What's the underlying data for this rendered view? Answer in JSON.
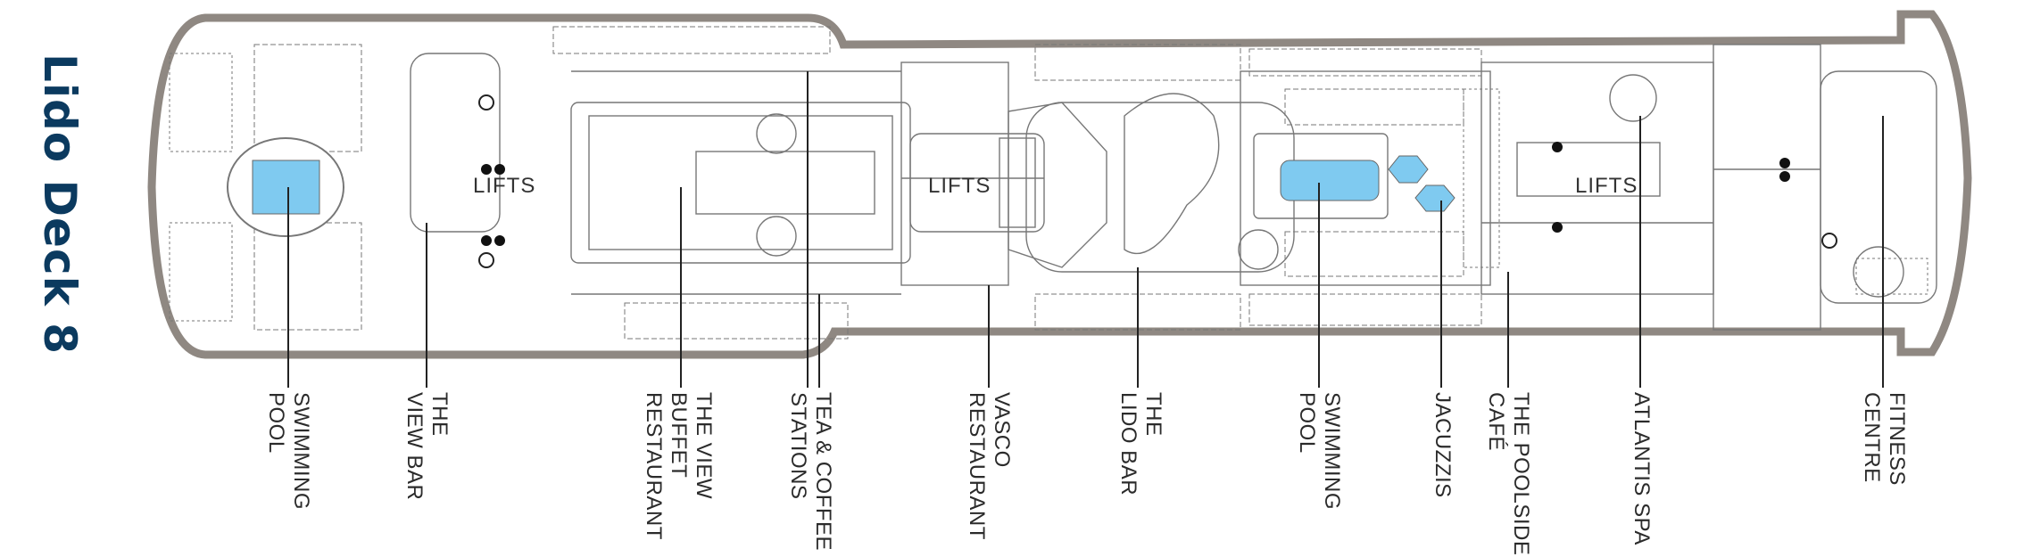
{
  "title": "Lido Deck 8",
  "colors": {
    "hull": "#8f8882",
    "pool": "#7fcaf0",
    "title": "#0b3a5f",
    "lines": "#555555"
  },
  "lifts": [
    "LIFTS",
    "LIFTS",
    "LIFTS"
  ],
  "venues": [
    {
      "lines": [
        "SWIMMING",
        "POOL"
      ]
    },
    {
      "lines": [
        "THE",
        "VIEW BAR"
      ]
    },
    {
      "lines": [
        "THE VIEW",
        "BUFFET",
        "RESTAURANT"
      ]
    },
    {
      "lines": [
        "TEA & COFFEE",
        "STATIONS"
      ]
    },
    {
      "lines": [
        "VASCO",
        "RESTAURANT"
      ]
    },
    {
      "lines": [
        "THE",
        "LIDO BAR"
      ]
    },
    {
      "lines": [
        "SWIMMING",
        "POOL"
      ]
    },
    {
      "lines": [
        "JACUZZIS"
      ]
    },
    {
      "lines": [
        "THE POOLSIDE",
        "CAFÉ"
      ]
    },
    {
      "lines": [
        "ATLANTIS SPA"
      ]
    },
    {
      "lines": [
        "FITNESS",
        "CENTRE"
      ]
    }
  ],
  "icons": [
    "toilet-icon",
    "accessible-icon",
    "lift-icon"
  ]
}
